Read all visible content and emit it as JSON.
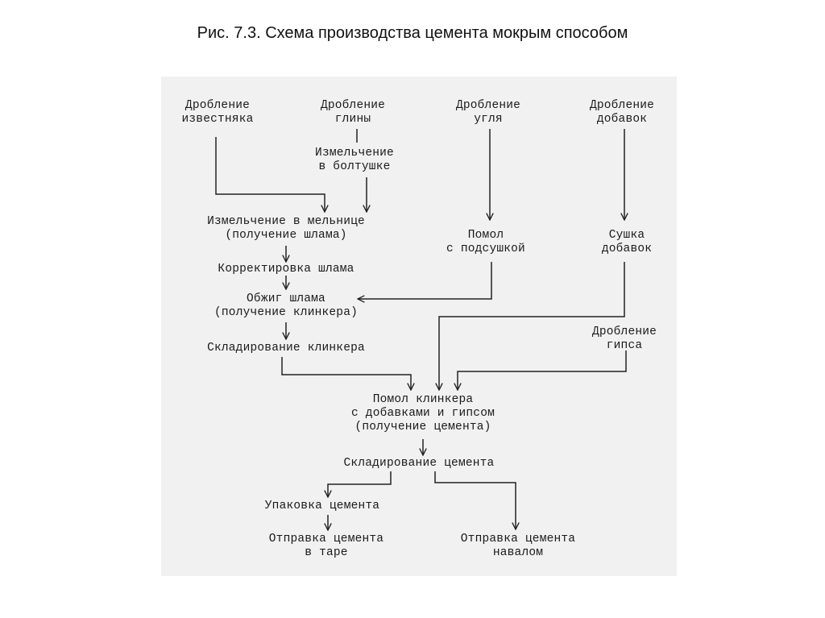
{
  "caption": "Рис. 7.3. Схема производства цемента мокрым способом",
  "nodes": {
    "limestone_crushing": [
      "Дробление",
      "известняка"
    ],
    "clay_crushing": [
      "Дробление",
      "глины"
    ],
    "coal_crushing": [
      "Дробление",
      "угля"
    ],
    "additives_crushing": [
      "Дробление",
      "добавок"
    ],
    "clay_grinding_mixer": [
      "Измельчение",
      "в болтушке"
    ],
    "mill_grinding": [
      "Измельчение в мельнице",
      "(получение шлама)"
    ],
    "coal_milling": [
      "Помол",
      "с подсушкой"
    ],
    "additives_drying": [
      "Сушка",
      "добавок"
    ],
    "slurry_correction": [
      "Корректировка шлама"
    ],
    "slurry_firing": [
      "Обжиг шлама",
      "(получение клинкера)"
    ],
    "gypsum_crushing": [
      "Дробление",
      "гипса"
    ],
    "clinker_storage": [
      "Складирование клинкера"
    ],
    "clinker_grinding": [
      "Помол клинкера",
      "с добавками и гипсом",
      "(получение цемента)"
    ],
    "cement_storage": [
      "Складирование цемента"
    ],
    "cement_packing": [
      "Упаковка цемента"
    ],
    "shipping_packed": [
      "Отправка цемента",
      "в таре"
    ],
    "shipping_bulk": [
      "Отправка цемента",
      "навалом"
    ]
  }
}
